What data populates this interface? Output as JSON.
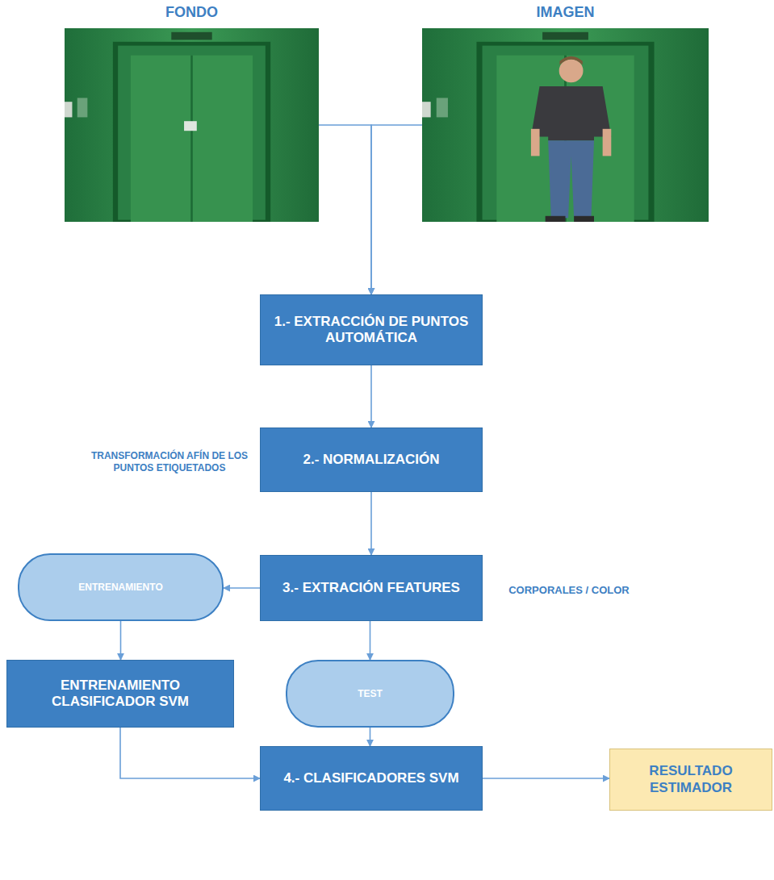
{
  "diagram": {
    "nodes": [
      {
        "text": [
          "FONDO"
        ]
      },
      {
        "text": [
          "IMAGEN"
        ]
      },
      {
        "text": [
          "1.- EXTRACCIÓN DE PUNTOS AUTOMÁTICA"
        ]
      },
      {
        "text": [
          "2.- NORMALIZACIÓN"
        ]
      },
      {
        "text": [
          "3.- EXTRACIÓN FEATURES"
        ]
      },
      {
        "text": [
          "ENTRENAMIENTO"
        ]
      },
      {
        "text": [
          "ENTRENAMIENTO CLASIFICADOR SVM"
        ]
      },
      {
        "text": [
          "TEST"
        ]
      },
      {
        "text": [
          "4.- CLASIFICADORES SVM"
        ]
      },
      {
        "text": [
          "RESULTADO ESTIMADOR"
        ]
      }
    ],
    "edges": [
      {
        "from": 0,
        "to": 2,
        "arrow": "to"
      },
      {
        "from": 1,
        "to": 2,
        "arrow": "to"
      },
      {
        "from": 2,
        "to": 3,
        "arrow": "to"
      },
      {
        "from": 3,
        "to": 4,
        "arrow": "to"
      },
      {
        "from": 4,
        "to": 5,
        "arrow": "to"
      },
      {
        "from": 5,
        "to": 6,
        "arrow": "to"
      },
      {
        "from": 4,
        "to": 7,
        "arrow": "to"
      },
      {
        "from": 7,
        "to": 8,
        "arrow": "to"
      },
      {
        "from": 6,
        "to": 8,
        "arrow": "to"
      },
      {
        "from": 8,
        "to": 9,
        "arrow": "to"
      }
    ],
    "labels": [
      "TRANSFORMACIÓN AFÍN DE LOS PUNTOS ETIQUETADOS",
      "CORPORALES / COLOR"
    ]
  }
}
